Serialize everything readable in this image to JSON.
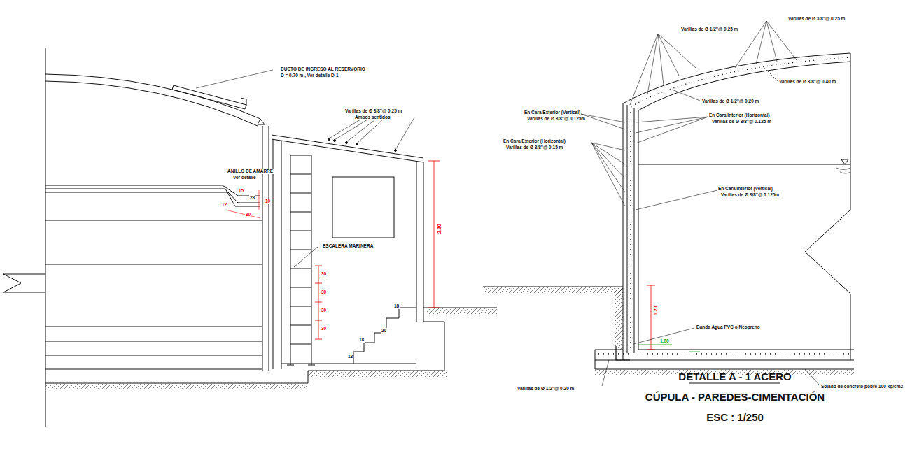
{
  "diagram": {
    "title": "DETALLE A - 1 ACERO",
    "caption": "CÚPULA - PAREDES-CIMENTACIÓN",
    "labels": [
      "DUCTO DE INGRESO AL RESERVORIO",
      "D = 0.70 m , Ver detalle D-1",
      "Varillas de Ø 3/8\"@ 0.25 m",
      "Ambos sentidos",
      "ANILLO DE AMARRE",
      "Ver detalle",
      "28",
      "15",
      "12",
      "30",
      "10",
      "2.30",
      "ESCALERA MARINERA",
      "30",
      "30",
      "30",
      "30",
      "18",
      "20",
      "18",
      "18",
      "Varillas de Ø 1/2\"@ 0.25 m",
      "Varillas de Ø 3/8\"@ 0.25 m",
      "Varillas de Ø 1/2\"@ 0.20 m",
      "Varillas de Ø 3/8\"@ 0.40 m",
      "En Cara Exterior (Vertical)",
      "Varillas de Ø 3/8\"@ 0.125m",
      "En Cara Interior (Horizontal)",
      "Varillas de Ø 3/8\"@ 0.125 m",
      "En Cara Exterior (Horizontal)",
      "Varillas de Ø 3/8\"@ 0.15 m",
      "En Cara Interior (Vertical)",
      "Varillas de Ø 3/8\"@ 0.125m",
      "1.20",
      "Banda Agua PVC o Neopreno",
      "1.00",
      "Varillas de Ø 1/2\"@ 0.20 m",
      "Solado de concreto pobre 100 kg/cm2",
      "ESC : 1/250"
    ]
  }
}
